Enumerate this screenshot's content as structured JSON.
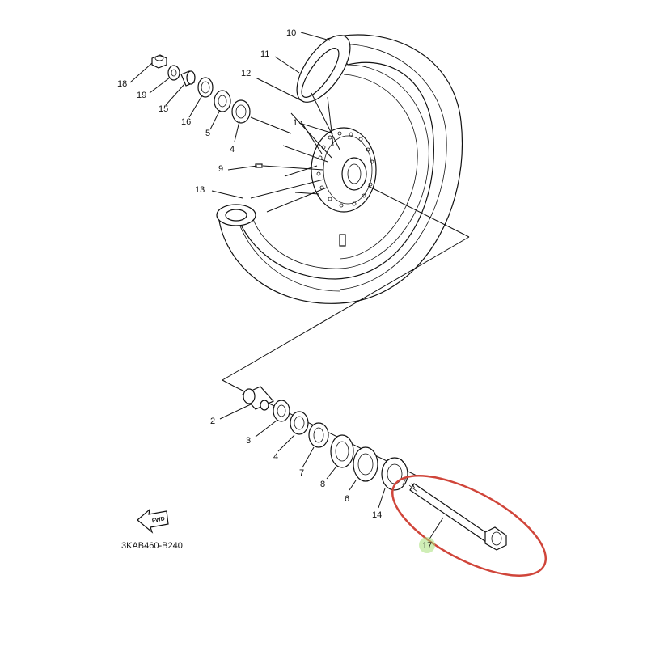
{
  "part_labels": {
    "p1": "1",
    "p2": "2",
    "p3_top": "3",
    "p4_top": "4",
    "p4_bottom": "4",
    "p5": "5",
    "p6": "6",
    "p7": "7",
    "p8": "8",
    "p9": "9",
    "p10": "10",
    "p11": "11",
    "p12": "12",
    "p13": "13",
    "p14": "14",
    "p15": "15",
    "p16": "16",
    "p17": "17",
    "p18": "18",
    "p19": "19"
  },
  "fwd_label": "FWD",
  "diagram_code": "3KAB460-B240",
  "colors": {
    "highlight": "#d0453a",
    "marker": "#a8e07a",
    "line": "#111111"
  }
}
